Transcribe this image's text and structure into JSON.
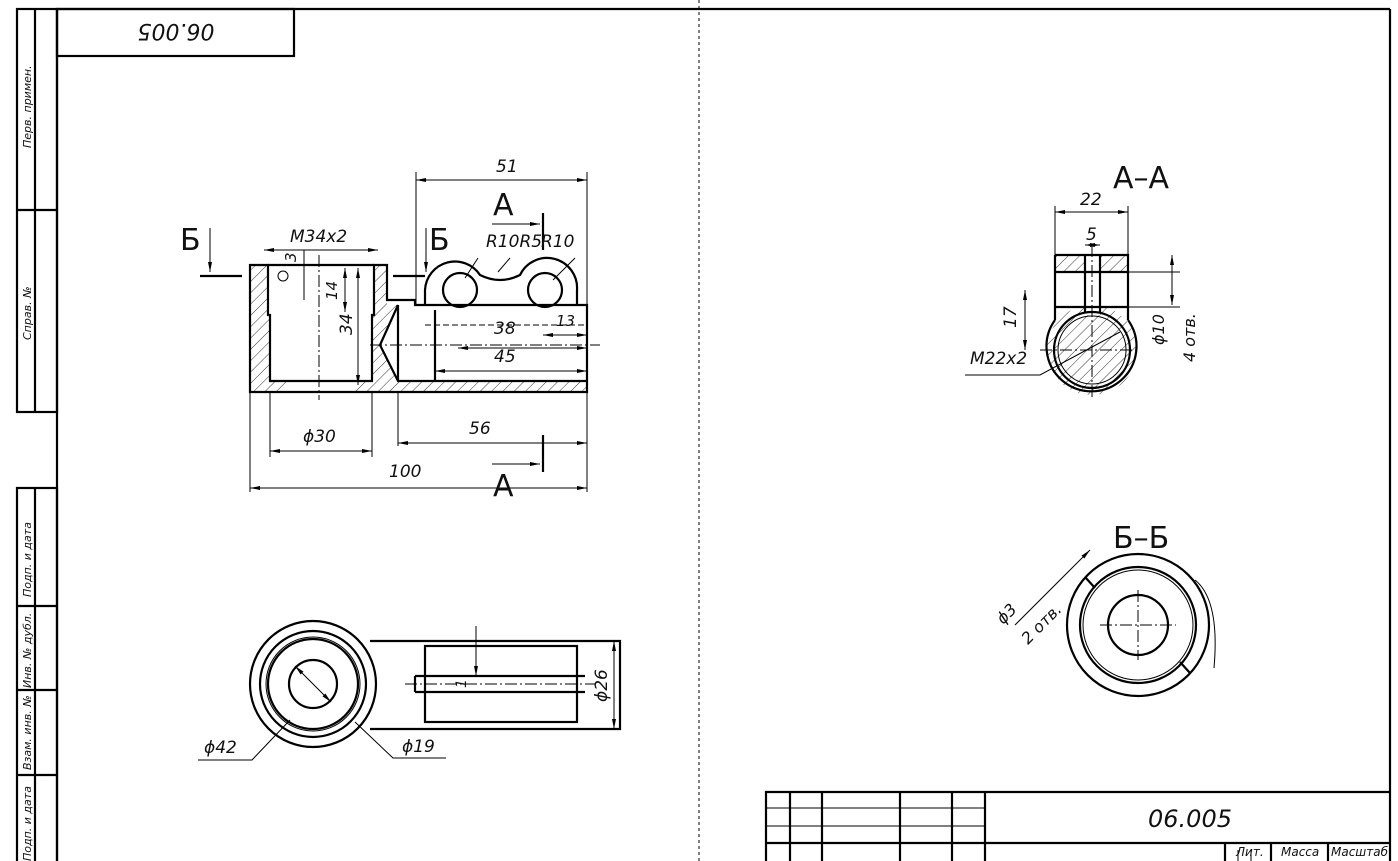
{
  "document": {
    "code_top_rotated": "06.005",
    "code": "06.005",
    "side_labels": [
      "Перв. примен.",
      "Справ. №",
      "Подп. и дата",
      "Инв. № дубл.",
      "Взам. инв. №",
      "Подп. и дата"
    ],
    "title_block": {
      "lit": "Лит.",
      "mass": "Масса",
      "scale": "Масштаб"
    }
  },
  "front_view": {
    "section_mark_b": "Б",
    "section_mark_a": "А",
    "dims": {
      "d51": "51",
      "m34": "M34x2",
      "r10r5": "R10R5",
      "r10": "R10",
      "d3": "3",
      "d14": "14",
      "d34": "34",
      "d38": "38",
      "d13": "13",
      "d45": "45",
      "d30": "ϕ30",
      "d56": "56",
      "d100": "100"
    }
  },
  "top_view": {
    "dims": {
      "d42": "ϕ42",
      "d19": "ϕ19",
      "d26": "ϕ26",
      "d1": "1"
    }
  },
  "section_aa": {
    "title": "А–А",
    "dims": {
      "d22": "22",
      "d5": "5",
      "d17": "17",
      "d10": "ϕ10",
      "holes": "4 отв.",
      "thread": "M22x2"
    }
  },
  "section_bb": {
    "title": "Б–Б",
    "dims": {
      "d3": "ϕ3",
      "holes": "2 отв."
    }
  }
}
